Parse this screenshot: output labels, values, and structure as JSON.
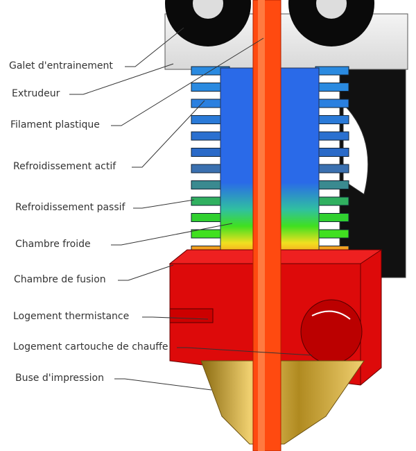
{
  "labels": [
    "Galet d'entrainement",
    "Extrudeur",
    "Filament plastique",
    "Refroidissement actif",
    "Refroidissement passif",
    "Chambre froide",
    "Chambre de fusion",
    "Logement thermistance",
    "Logement cartouche de chauffe",
    "Buse d'impression"
  ],
  "colors": {
    "filament": "#ff4a10",
    "heater": "#dd0a0a",
    "fins": "#2a8ae0",
    "nozzle": "#d4b040"
  }
}
